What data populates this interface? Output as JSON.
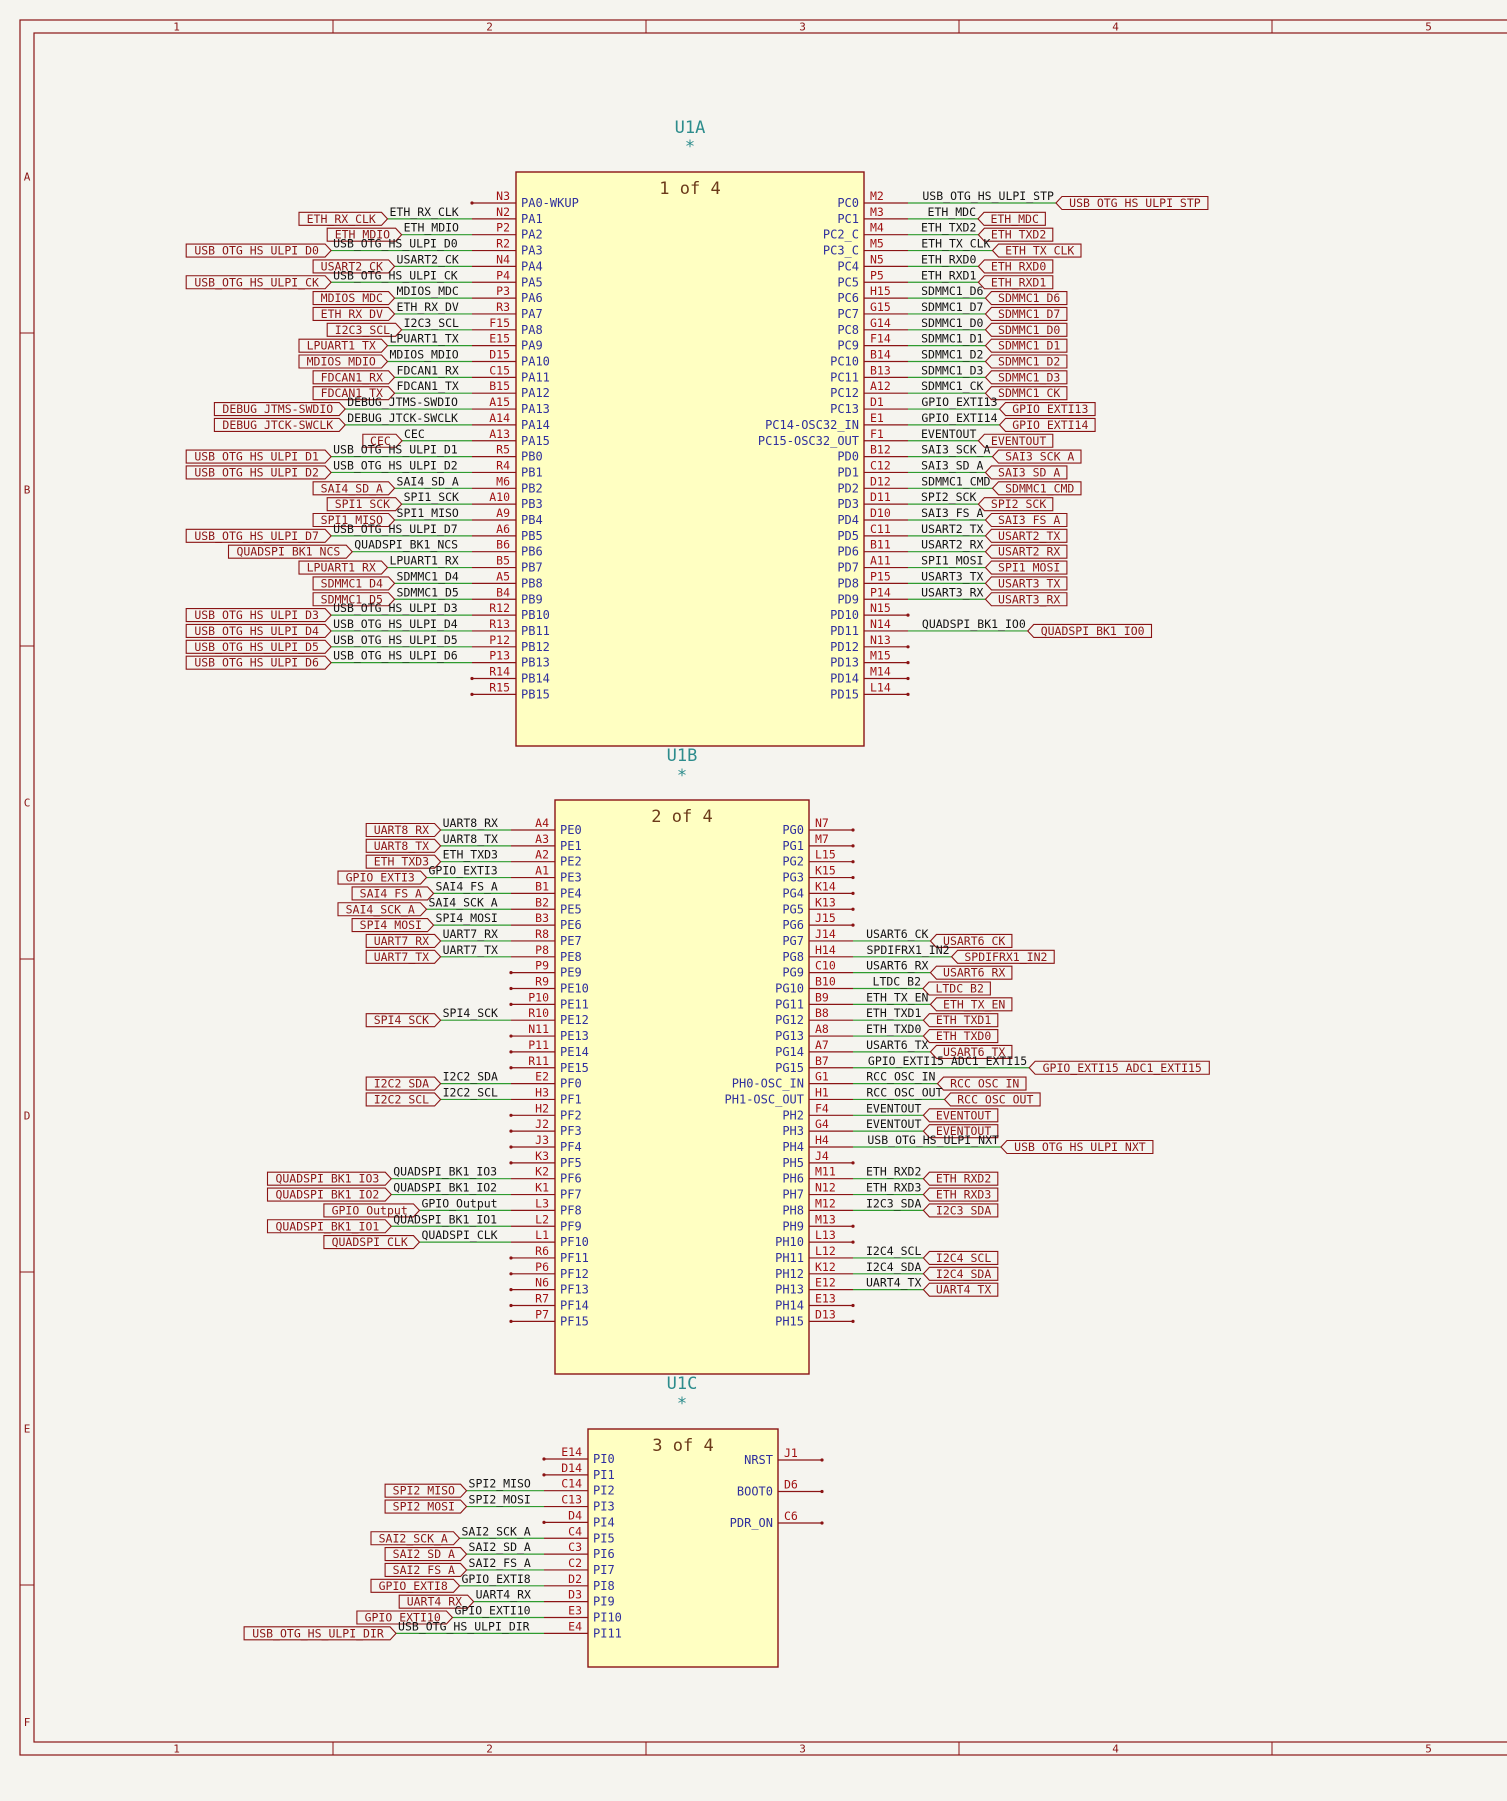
{
  "frame": {
    "columns": [
      "1",
      "2",
      "3",
      "4",
      "5"
    ],
    "rows": [
      "A",
      "B",
      "C",
      "D",
      "E",
      "F"
    ]
  },
  "colors": {
    "background": "#f5f4ef",
    "frame": "#8a1414",
    "body_fill": "#ffffc2",
    "body_stroke": "#8a1414",
    "wire": "#2e9a2e",
    "pin": "#8a1414",
    "pin_name": "#2f2f9e",
    "ref": "#2d8c8c"
  },
  "units": [
    {
      "ref": "U1A",
      "value": "*",
      "unit_label": "1 of 4",
      "left": [
        {
          "pin": "PA0-WKUP",
          "num": "N3",
          "net": "",
          "label": ""
        },
        {
          "pin": "PA1",
          "num": "N2",
          "net": "ETH_RX_CLK",
          "label": "ETH_RX_CLK"
        },
        {
          "pin": "PA2",
          "num": "P2",
          "net": "ETH_MDIO",
          "label": "ETH_MDIO"
        },
        {
          "pin": "PA3",
          "num": "R2",
          "net": "USB_OTG_HS_ULPI_D0",
          "label": "USB_OTG_HS_ULPI_D0"
        },
        {
          "pin": "PA4",
          "num": "N4",
          "net": "USART2_CK",
          "label": "USART2_CK"
        },
        {
          "pin": "PA5",
          "num": "P4",
          "net": "USB_OTG_HS_ULPI_CK",
          "label": "USB_OTG_HS_ULPI_CK"
        },
        {
          "pin": "PA6",
          "num": "P3",
          "net": "MDIOS_MDC",
          "label": "MDIOS_MDC"
        },
        {
          "pin": "PA7",
          "num": "R3",
          "net": "ETH_RX_DV",
          "label": "ETH_RX_DV"
        },
        {
          "pin": "PA8",
          "num": "F15",
          "net": "I2C3_SCL",
          "label": "I2C3_SCL"
        },
        {
          "pin": "PA9",
          "num": "E15",
          "net": "LPUART1_TX",
          "label": "LPUART1_TX"
        },
        {
          "pin": "PA10",
          "num": "D15",
          "net": "MDIOS_MDIO",
          "label": "MDIOS_MDIO"
        },
        {
          "pin": "PA11",
          "num": "C15",
          "net": "FDCAN1_RX",
          "label": "FDCAN1_RX"
        },
        {
          "pin": "PA12",
          "num": "B15",
          "net": "FDCAN1_TX",
          "label": "FDCAN1_TX"
        },
        {
          "pin": "PA13",
          "num": "A15",
          "net": "DEBUG_JTMS-SWDIO",
          "label": "DEBUG_JTMS-SWDIO"
        },
        {
          "pin": "PA14",
          "num": "A14",
          "net": "DEBUG_JTCK-SWCLK",
          "label": "DEBUG_JTCK-SWCLK"
        },
        {
          "pin": "PA15",
          "num": "A13",
          "net": "CEC",
          "label": "CEC"
        },
        {
          "pin": "PB0",
          "num": "R5",
          "net": "USB_OTG_HS_ULPI_D1",
          "label": "USB_OTG_HS_ULPI_D1"
        },
        {
          "pin": "PB1",
          "num": "R4",
          "net": "USB_OTG_HS_ULPI_D2",
          "label": "USB_OTG_HS_ULPI_D2"
        },
        {
          "pin": "PB2",
          "num": "M6",
          "net": "SAI4_SD_A",
          "label": "SAI4_SD_A"
        },
        {
          "pin": "PB3",
          "num": "A10",
          "net": "SPI1_SCK",
          "label": "SPI1_SCK"
        },
        {
          "pin": "PB4",
          "num": "A9",
          "net": "SPI1_MISO",
          "label": "SPI1_MISO"
        },
        {
          "pin": "PB5",
          "num": "A6",
          "net": "USB_OTG_HS_ULPI_D7",
          "label": "USB_OTG_HS_ULPI_D7"
        },
        {
          "pin": "PB6",
          "num": "B6",
          "net": "QUADSPI_BK1_NCS",
          "label": "QUADSPI_BK1_NCS"
        },
        {
          "pin": "PB7",
          "num": "B5",
          "net": "LPUART1_RX",
          "label": "LPUART1_RX"
        },
        {
          "pin": "PB8",
          "num": "A5",
          "net": "SDMMC1_D4",
          "label": "SDMMC1_D4"
        },
        {
          "pin": "PB9",
          "num": "B4",
          "net": "SDMMC1_D5",
          "label": "SDMMC1_D5"
        },
        {
          "pin": "PB10",
          "num": "R12",
          "net": "USB_OTG_HS_ULPI_D3",
          "label": "USB_OTG_HS_ULPI_D3"
        },
        {
          "pin": "PB11",
          "num": "R13",
          "net": "USB_OTG_HS_ULPI_D4",
          "label": "USB_OTG_HS_ULPI_D4"
        },
        {
          "pin": "PB12",
          "num": "P12",
          "net": "USB_OTG_HS_ULPI_D5",
          "label": "USB_OTG_HS_ULPI_D5"
        },
        {
          "pin": "PB13",
          "num": "P13",
          "net": "USB_OTG_HS_ULPI_D6",
          "label": "USB_OTG_HS_ULPI_D6"
        },
        {
          "pin": "PB14",
          "num": "R14",
          "net": "",
          "label": ""
        },
        {
          "pin": "PB15",
          "num": "R15",
          "net": "",
          "label": ""
        }
      ],
      "right": [
        {
          "pin": "PC0",
          "num": "M2",
          "net": "USB_OTG_HS_ULPI_STP",
          "label": "USB_OTG_HS_ULPI_STP"
        },
        {
          "pin": "PC1",
          "num": "M3",
          "net": "ETH_MDC",
          "label": "ETH_MDC"
        },
        {
          "pin": "PC2_C",
          "num": "M4",
          "net": "ETH_TXD2",
          "label": "ETH_TXD2"
        },
        {
          "pin": "PC3_C",
          "num": "M5",
          "net": "ETH_TX_CLK",
          "label": "ETH_TX_CLK"
        },
        {
          "pin": "PC4",
          "num": "N5",
          "net": "ETH_RXD0",
          "label": "ETH_RXD0"
        },
        {
          "pin": "PC5",
          "num": "P5",
          "net": "ETH_RXD1",
          "label": "ETH_RXD1"
        },
        {
          "pin": "PC6",
          "num": "H15",
          "net": "SDMMC1_D6",
          "label": "SDMMC1_D6"
        },
        {
          "pin": "PC7",
          "num": "G15",
          "net": "SDMMC1_D7",
          "label": "SDMMC1_D7"
        },
        {
          "pin": "PC8",
          "num": "G14",
          "net": "SDMMC1_D0",
          "label": "SDMMC1_D0"
        },
        {
          "pin": "PC9",
          "num": "F14",
          "net": "SDMMC1_D1",
          "label": "SDMMC1_D1"
        },
        {
          "pin": "PC10",
          "num": "B14",
          "net": "SDMMC1_D2",
          "label": "SDMMC1_D2"
        },
        {
          "pin": "PC11",
          "num": "B13",
          "net": "SDMMC1_D3",
          "label": "SDMMC1_D3"
        },
        {
          "pin": "PC12",
          "num": "A12",
          "net": "SDMMC1_CK",
          "label": "SDMMC1_CK"
        },
        {
          "pin": "PC13",
          "num": "D1",
          "net": "GPIO_EXTI13",
          "label": "GPIO_EXTI13"
        },
        {
          "pin": "PC14-OSC32_IN",
          "num": "E1",
          "net": "GPIO_EXTI14",
          "label": "GPIO_EXTI14"
        },
        {
          "pin": "PC15-OSC32_OUT",
          "num": "F1",
          "net": "EVENTOUT",
          "label": "EVENTOUT"
        },
        {
          "pin": "PD0",
          "num": "B12",
          "net": "SAI3_SCK_A",
          "label": "SAI3_SCK_A"
        },
        {
          "pin": "PD1",
          "num": "C12",
          "net": "SAI3_SD_A",
          "label": "SAI3_SD_A"
        },
        {
          "pin": "PD2",
          "num": "D12",
          "net": "SDMMC1_CMD",
          "label": "SDMMC1_CMD"
        },
        {
          "pin": "PD3",
          "num": "D11",
          "net": "SPI2_SCK",
          "label": "SPI2_SCK"
        },
        {
          "pin": "PD4",
          "num": "D10",
          "net": "SAI3_FS_A",
          "label": "SAI3_FS_A"
        },
        {
          "pin": "PD5",
          "num": "C11",
          "net": "USART2_TX",
          "label": "USART2_TX"
        },
        {
          "pin": "PD6",
          "num": "B11",
          "net": "USART2_RX",
          "label": "USART2_RX"
        },
        {
          "pin": "PD7",
          "num": "A11",
          "net": "SPI1_MOSI",
          "label": "SPI1_MOSI"
        },
        {
          "pin": "PD8",
          "num": "P15",
          "net": "USART3_TX",
          "label": "USART3_TX"
        },
        {
          "pin": "PD9",
          "num": "P14",
          "net": "USART3_RX",
          "label": "USART3_RX"
        },
        {
          "pin": "PD10",
          "num": "N15",
          "net": "",
          "label": ""
        },
        {
          "pin": "PD11",
          "num": "N14",
          "net": "QUADSPI_BK1_IO0",
          "label": "QUADSPI_BK1_IO0"
        },
        {
          "pin": "PD12",
          "num": "N13",
          "net": "",
          "label": ""
        },
        {
          "pin": "PD13",
          "num": "M15",
          "net": "",
          "label": ""
        },
        {
          "pin": "PD14",
          "num": "M14",
          "net": "",
          "label": ""
        },
        {
          "pin": "PD15",
          "num": "L14",
          "net": "",
          "label": ""
        }
      ]
    },
    {
      "ref": "U1B",
      "value": "*",
      "unit_label": "2 of 4",
      "left": [
        {
          "pin": "PE0",
          "num": "A4",
          "net": "UART8_RX",
          "label": "UART8_RX"
        },
        {
          "pin": "PE1",
          "num": "A3",
          "net": "UART8_TX",
          "label": "UART8_TX"
        },
        {
          "pin": "PE2",
          "num": "A2",
          "net": "ETH_TXD3",
          "label": "ETH_TXD3"
        },
        {
          "pin": "PE3",
          "num": "A1",
          "net": "GPIO_EXTI3",
          "label": "GPIO_EXTI3"
        },
        {
          "pin": "PE4",
          "num": "B1",
          "net": "SAI4_FS_A",
          "label": "SAI4_FS_A"
        },
        {
          "pin": "PE5",
          "num": "B2",
          "net": "SAI4_SCK_A",
          "label": "SAI4_SCK_A"
        },
        {
          "pin": "PE6",
          "num": "B3",
          "net": "SPI4_MOSI",
          "label": "SPI4_MOSI"
        },
        {
          "pin": "PE7",
          "num": "R8",
          "net": "UART7_RX",
          "label": "UART7_RX"
        },
        {
          "pin": "PE8",
          "num": "P8",
          "net": "UART7_TX",
          "label": "UART7_TX"
        },
        {
          "pin": "PE9",
          "num": "P9",
          "net": "",
          "label": ""
        },
        {
          "pin": "PE10",
          "num": "R9",
          "net": "",
          "label": ""
        },
        {
          "pin": "PE11",
          "num": "P10",
          "net": "",
          "label": ""
        },
        {
          "pin": "PE12",
          "num": "R10",
          "net": "SPI4_SCK",
          "label": "SPI4_SCK"
        },
        {
          "pin": "PE13",
          "num": "N11",
          "net": "",
          "label": ""
        },
        {
          "pin": "PE14",
          "num": "P11",
          "net": "",
          "label": ""
        },
        {
          "pin": "PE15",
          "num": "R11",
          "net": "",
          "label": ""
        },
        {
          "pin": "PF0",
          "num": "E2",
          "net": "I2C2_SDA",
          "label": "I2C2_SDA"
        },
        {
          "pin": "PF1",
          "num": "H3",
          "net": "I2C2_SCL",
          "label": "I2C2_SCL"
        },
        {
          "pin": "PF2",
          "num": "H2",
          "net": "",
          "label": ""
        },
        {
          "pin": "PF3",
          "num": "J2",
          "net": "",
          "label": ""
        },
        {
          "pin": "PF4",
          "num": "J3",
          "net": "",
          "label": ""
        },
        {
          "pin": "PF5",
          "num": "K3",
          "net": "",
          "label": ""
        },
        {
          "pin": "PF6",
          "num": "K2",
          "net": "QUADSPI_BK1_IO3",
          "label": "QUADSPI_BK1_IO3"
        },
        {
          "pin": "PF7",
          "num": "K1",
          "net": "QUADSPI_BK1_IO2",
          "label": "QUADSPI_BK1_IO2"
        },
        {
          "pin": "PF8",
          "num": "L3",
          "net": "GPIO_Output",
          "label": "GPIO_Output"
        },
        {
          "pin": "PF9",
          "num": "L2",
          "net": "QUADSPI_BK1_IO1",
          "label": "QUADSPI_BK1_IO1"
        },
        {
          "pin": "PF10",
          "num": "L1",
          "net": "QUADSPI_CLK",
          "label": "QUADSPI_CLK"
        },
        {
          "pin": "PF11",
          "num": "R6",
          "net": "",
          "label": ""
        },
        {
          "pin": "PF12",
          "num": "P6",
          "net": "",
          "label": ""
        },
        {
          "pin": "PF13",
          "num": "N6",
          "net": "",
          "label": ""
        },
        {
          "pin": "PF14",
          "num": "R7",
          "net": "",
          "label": ""
        },
        {
          "pin": "PF15",
          "num": "P7",
          "net": "",
          "label": ""
        }
      ],
      "right": [
        {
          "pin": "PG0",
          "num": "N7",
          "net": "",
          "label": ""
        },
        {
          "pin": "PG1",
          "num": "M7",
          "net": "",
          "label": ""
        },
        {
          "pin": "PG2",
          "num": "L15",
          "net": "",
          "label": ""
        },
        {
          "pin": "PG3",
          "num": "K15",
          "net": "",
          "label": ""
        },
        {
          "pin": "PG4",
          "num": "K14",
          "net": "",
          "label": ""
        },
        {
          "pin": "PG5",
          "num": "K13",
          "net": "",
          "label": ""
        },
        {
          "pin": "PG6",
          "num": "J15",
          "net": "",
          "label": ""
        },
        {
          "pin": "PG7",
          "num": "J14",
          "net": "USART6_CK",
          "label": "USART6_CK"
        },
        {
          "pin": "PG8",
          "num": "H14",
          "net": "SPDIFRX1_IN2",
          "label": "SPDIFRX1_IN2"
        },
        {
          "pin": "PG9",
          "num": "C10",
          "net": "USART6_RX",
          "label": "USART6_RX"
        },
        {
          "pin": "PG10",
          "num": "B10",
          "net": "LTDC_B2",
          "label": "LTDC_B2"
        },
        {
          "pin": "PG11",
          "num": "B9",
          "net": "ETH_TX_EN",
          "label": "ETH_TX_EN"
        },
        {
          "pin": "PG12",
          "num": "B8",
          "net": "ETH_TXD1",
          "label": "ETH_TXD1"
        },
        {
          "pin": "PG13",
          "num": "A8",
          "net": "ETH_TXD0",
          "label": "ETH_TXD0"
        },
        {
          "pin": "PG14",
          "num": "A7",
          "net": "USART6_TX",
          "label": "USART6_TX"
        },
        {
          "pin": "PG15",
          "num": "B7",
          "net": "GPIO_EXTI15 ADC1_EXTI15",
          "label": "GPIO_EXTI15 ADC1_EXTI15"
        },
        {
          "pin": "PH0-OSC_IN",
          "num": "G1",
          "net": "RCC_OSC_IN",
          "label": "RCC_OSC_IN"
        },
        {
          "pin": "PH1-OSC_OUT",
          "num": "H1",
          "net": "RCC_OSC_OUT",
          "label": "RCC_OSC_OUT"
        },
        {
          "pin": "PH2",
          "num": "F4",
          "net": "EVENTOUT",
          "label": "EVENTOUT"
        },
        {
          "pin": "PH3",
          "num": "G4",
          "net": "EVENTOUT",
          "label": "EVENTOUT"
        },
        {
          "pin": "PH4",
          "num": "H4",
          "net": "USB_OTG_HS_ULPI_NXT",
          "label": "USB_OTG_HS_ULPI_NXT"
        },
        {
          "pin": "PH5",
          "num": "J4",
          "net": "",
          "label": ""
        },
        {
          "pin": "PH6",
          "num": "M11",
          "net": "ETH_RXD2",
          "label": "ETH_RXD2"
        },
        {
          "pin": "PH7",
          "num": "N12",
          "net": "ETH_RXD3",
          "label": "ETH_RXD3"
        },
        {
          "pin": "PH8",
          "num": "M12",
          "net": "I2C3_SDA",
          "label": "I2C3_SDA"
        },
        {
          "pin": "PH9",
          "num": "M13",
          "net": "",
          "label": ""
        },
        {
          "pin": "PH10",
          "num": "L13",
          "net": "",
          "label": ""
        },
        {
          "pin": "PH11",
          "num": "L12",
          "net": "I2C4_SCL",
          "label": "I2C4_SCL"
        },
        {
          "pin": "PH12",
          "num": "K12",
          "net": "I2C4_SDA",
          "label": "I2C4_SDA"
        },
        {
          "pin": "PH13",
          "num": "E12",
          "net": "UART4_TX",
          "label": "UART4_TX"
        },
        {
          "pin": "PH14",
          "num": "E13",
          "net": "",
          "label": ""
        },
        {
          "pin": "PH15",
          "num": "D13",
          "net": "",
          "label": ""
        }
      ]
    },
    {
      "ref": "U1C",
      "value": "*",
      "unit_label": "3 of 4",
      "left": [
        {
          "pin": "PI0",
          "num": "E14",
          "net": "",
          "label": ""
        },
        {
          "pin": "PI1",
          "num": "D14",
          "net": "",
          "label": ""
        },
        {
          "pin": "PI2",
          "num": "C14",
          "net": "SPI2_MISO",
          "label": "SPI2_MISO"
        },
        {
          "pin": "PI3",
          "num": "C13",
          "net": "SPI2_MOSI",
          "label": "SPI2_MOSI"
        },
        {
          "pin": "PI4",
          "num": "D4",
          "net": "",
          "label": ""
        },
        {
          "pin": "PI5",
          "num": "C4",
          "net": "SAI2_SCK_A",
          "label": "SAI2_SCK_A"
        },
        {
          "pin": "PI6",
          "num": "C3",
          "net": "SAI2_SD_A",
          "label": "SAI2_SD_A"
        },
        {
          "pin": "PI7",
          "num": "C2",
          "net": "SAI2_FS_A",
          "label": "SAI2_FS_A"
        },
        {
          "pin": "PI8",
          "num": "D2",
          "net": "GPIO_EXTI8",
          "label": "GPIO_EXTI8"
        },
        {
          "pin": "PI9",
          "num": "D3",
          "net": "UART4_RX",
          "label": "UART4_RX"
        },
        {
          "pin": "PI10",
          "num": "E3",
          "net": "GPIO_EXTI10",
          "label": "GPIO_EXTI10"
        },
        {
          "pin": "PI11",
          "num": "E4",
          "net": "USB_OTG_HS_ULPI_DIR",
          "label": "USB_OTG_HS_ULPI_DIR"
        }
      ],
      "right": [
        {
          "pin": "NRST",
          "num": "J1",
          "net": "",
          "label": ""
        },
        {
          "pin": "BOOT0",
          "num": "D6",
          "net": "",
          "label": ""
        },
        {
          "pin": "PDR_ON",
          "num": "C6",
          "net": "",
          "label": ""
        }
      ]
    }
  ]
}
